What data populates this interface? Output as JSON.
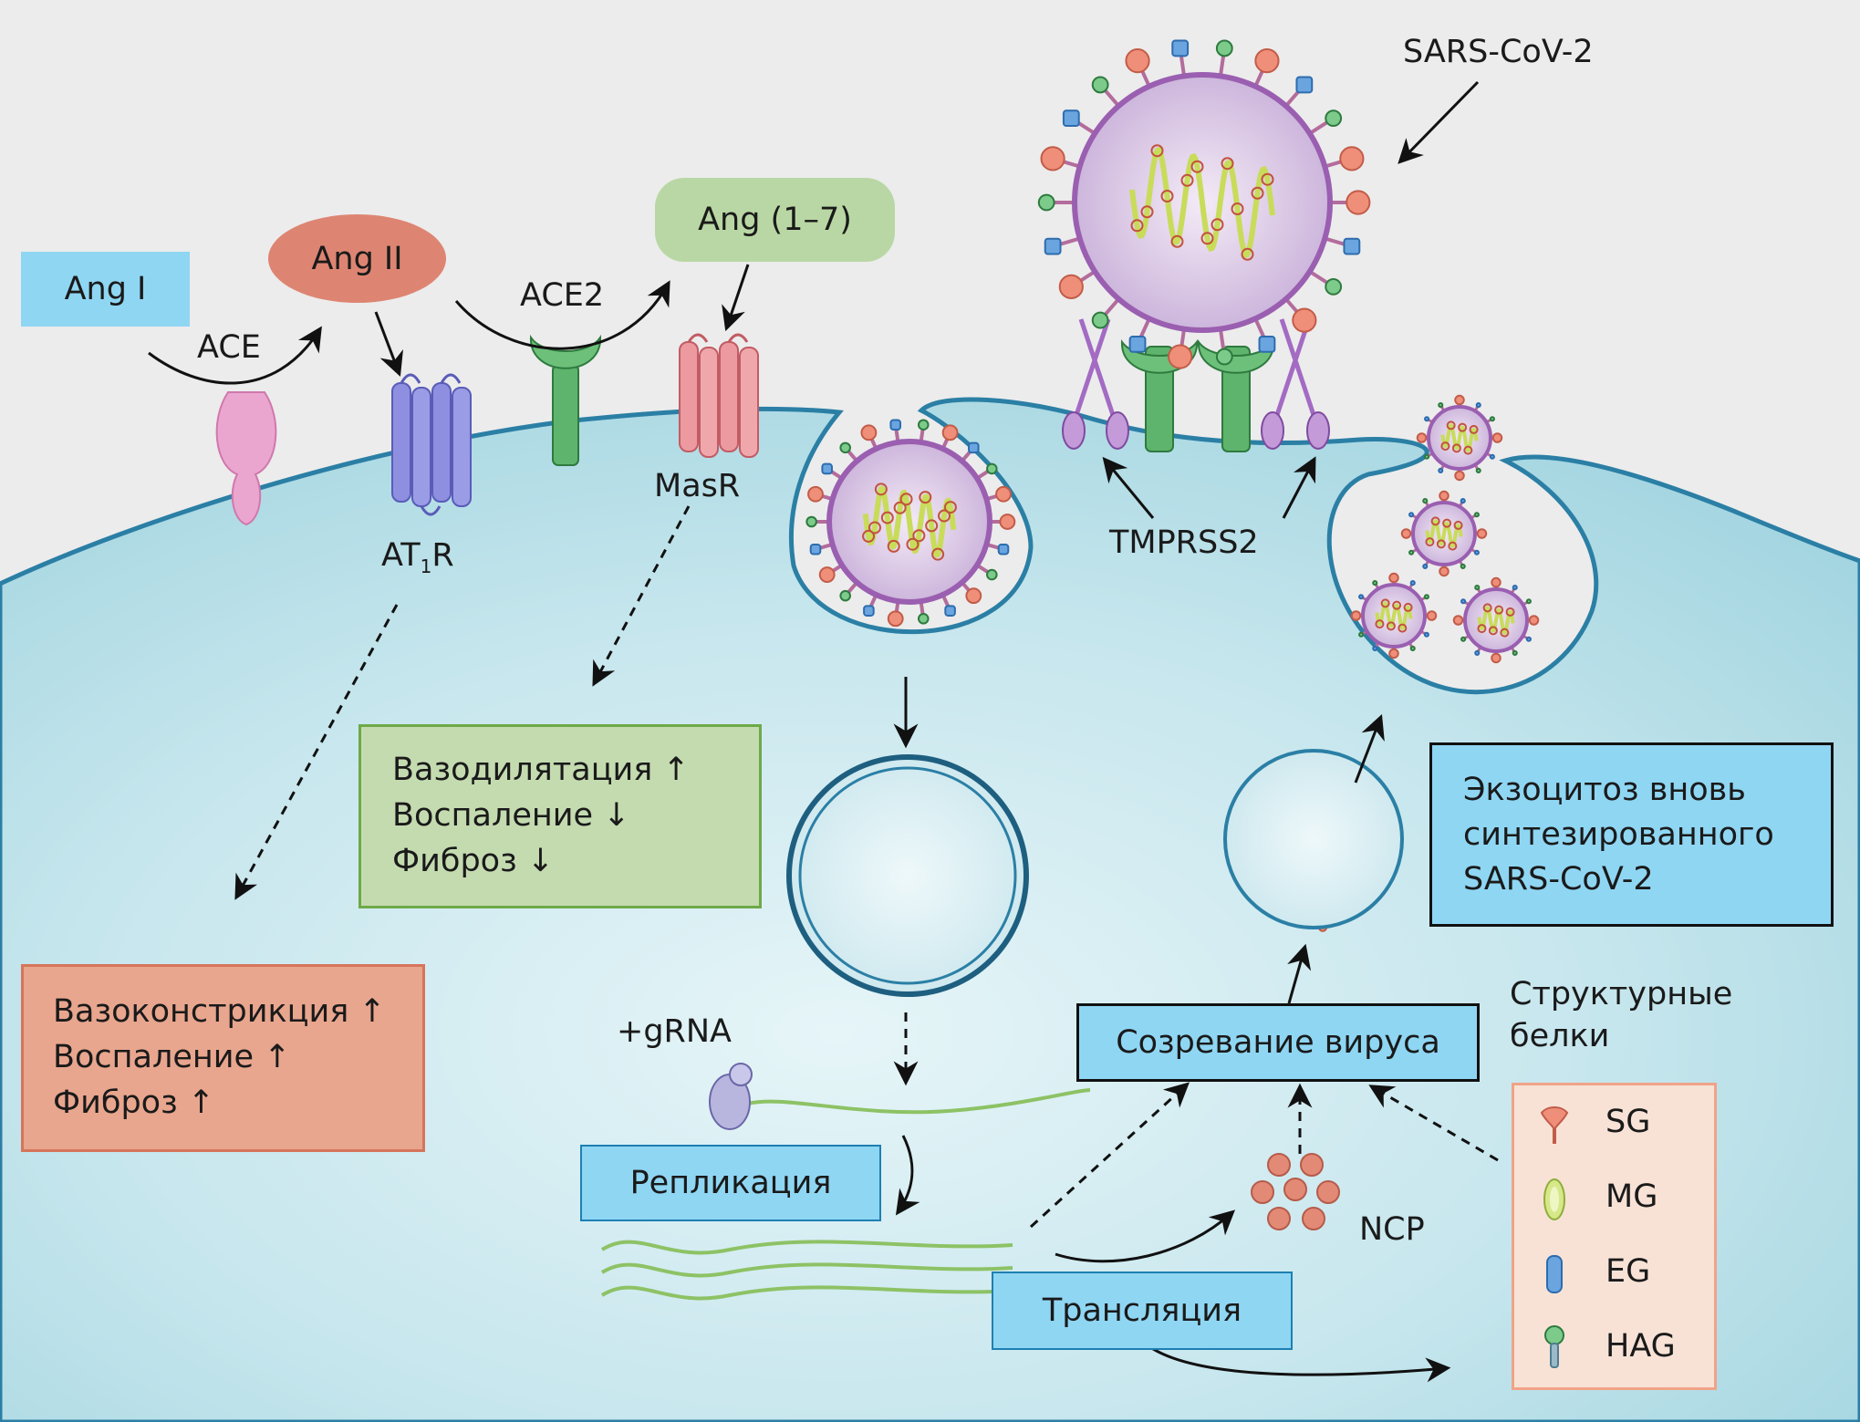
{
  "labels": {
    "ang1": "Ang I",
    "ang2": "Ang II",
    "ang17": "Ang (1–7)",
    "ace": "ACE",
    "ace2": "ACE2",
    "at1r_main": "AT",
    "at1r_sub": "1",
    "at1r_tail": "R",
    "masr": "MasR",
    "virus": "SARS-CoV-2",
    "tmprss2": "TMPRSS2",
    "grna": "+gRNA",
    "ncp": "NCP",
    "structural_line1": "Структурные",
    "structural_line2": "белки"
  },
  "effects_masr": [
    "Вазодилятация ↑",
    "Воспаление ↓",
    "Фиброз ↓"
  ],
  "effects_at1r": [
    "Вазоконстрикция ↑",
    "Воспаление ↑",
    "Фиброз ↑"
  ],
  "processes": {
    "replication": "Репликация",
    "maturation": "Созревание вируса",
    "translation": "Трансляция",
    "exocytosis": [
      "Экзоцитоз вновь",
      "синтезированного",
      "SARS-CoV-2"
    ]
  },
  "legend": [
    {
      "code": "SG",
      "icon": "spike-glycoprotein-icon"
    },
    {
      "code": "MG",
      "icon": "membrane-glycoprotein-icon"
    },
    {
      "code": "EG",
      "icon": "envelope-glycoprotein-icon"
    },
    {
      "code": "HAG",
      "icon": "hemagglutinin-icon"
    }
  ],
  "colors": {
    "ang1_fill": "#8fd6f3",
    "ang2_fill": "#dd8572",
    "ang17_fill": "#b9d7a4",
    "green_box_fill": "#c4dbb0",
    "green_box_border": "#6ea948",
    "red_box_fill": "#e8a68e",
    "red_box_border": "#d6755b",
    "process_fill": "#8fd6f3",
    "legend_fill": "#f8e2d6",
    "legend_border": "#f0a388",
    "cell_fill": "#c1e3ea",
    "membrane": "#2b7fa5"
  }
}
